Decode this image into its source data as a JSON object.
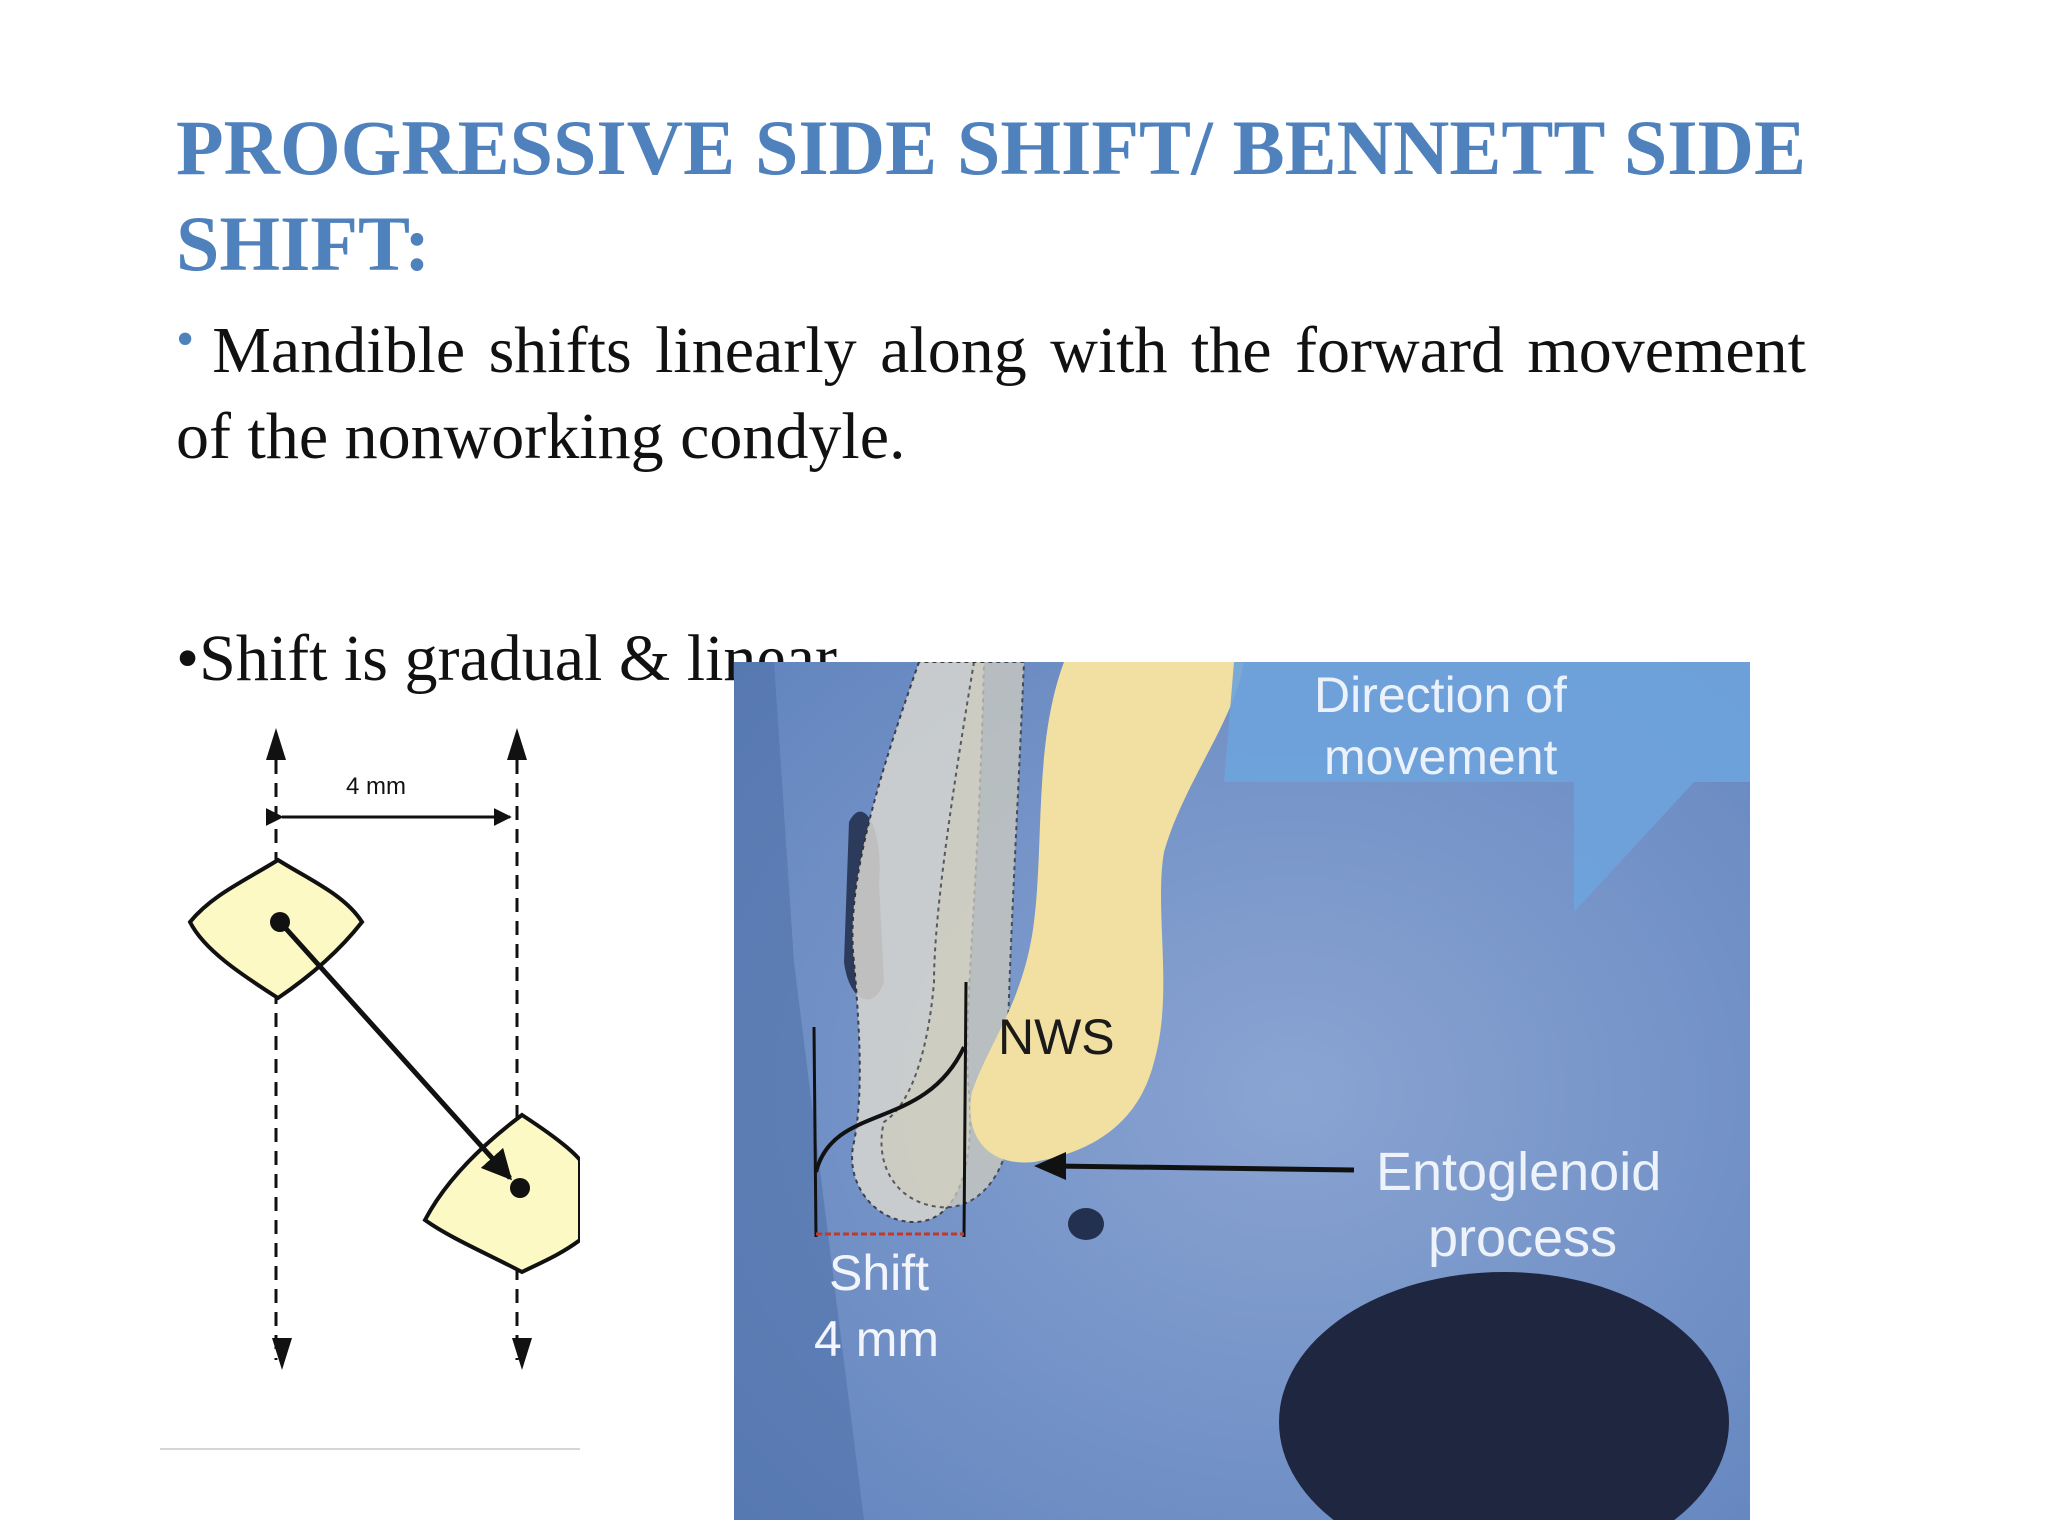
{
  "slide": {
    "title": "PROGRESSIVE SIDE SHIFT/ BENNETT SIDE SHIFT:",
    "bullets": [
      {
        "marker": "•",
        "text": "Mandible shifts linearly along with the forward movement of the nonworking condyle."
      },
      {
        "marker": "•",
        "text": "Shift is gradual & linear."
      }
    ]
  },
  "diagram": {
    "distance_label": "4 mm"
  },
  "photo": {
    "labels": {
      "direction_line1": "Direction of",
      "direction_line2": "movement",
      "nws": "NWS",
      "process_line1": "Entoglenoid",
      "process_line2": "process",
      "shift_line1": "Shift",
      "shift_line2": "4 mm"
    }
  },
  "colors": {
    "title": "#4f81bd",
    "body_text": "#111111",
    "condyle_fill": "#fcf9c4",
    "photo_background": "#6e8fc6",
    "condyle_highlight": "#f2dfa2",
    "arrow_panel": "#6ea3dc"
  }
}
